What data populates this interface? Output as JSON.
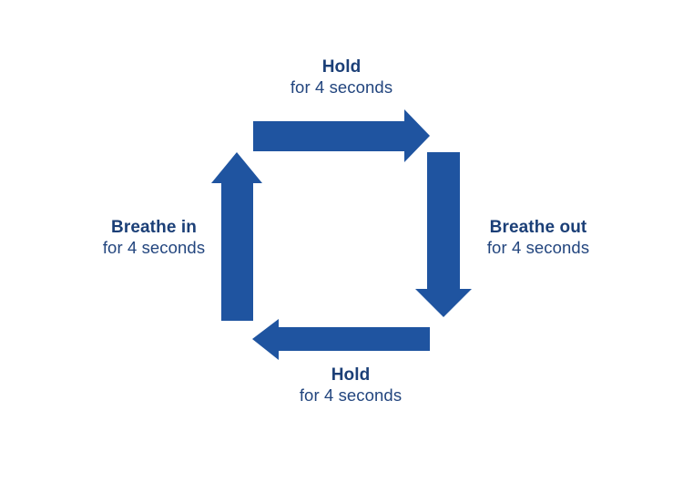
{
  "diagram": {
    "name": "box-breathing-cycle",
    "background_color": "#ffffff",
    "arrow_color": "#1f54a0",
    "title_text_color": "#1b3f77",
    "subtitle_text_color": "#22457e",
    "duration_text": "for 4 seconds",
    "steps": [
      {
        "id": "hold-top",
        "title": "Hold",
        "subtitle": "for 4 seconds",
        "arrow_direction": "right",
        "position": "top"
      },
      {
        "id": "breathe-out",
        "title": "Breathe out",
        "subtitle": "for 4 seconds",
        "arrow_direction": "down",
        "position": "right"
      },
      {
        "id": "hold-bottom",
        "title": "Hold",
        "subtitle": "for 4 seconds",
        "arrow_direction": "left",
        "position": "bottom"
      },
      {
        "id": "breathe-in",
        "title": "Breathe in",
        "subtitle": "for 4 seconds",
        "arrow_direction": "up",
        "position": "left"
      }
    ]
  }
}
